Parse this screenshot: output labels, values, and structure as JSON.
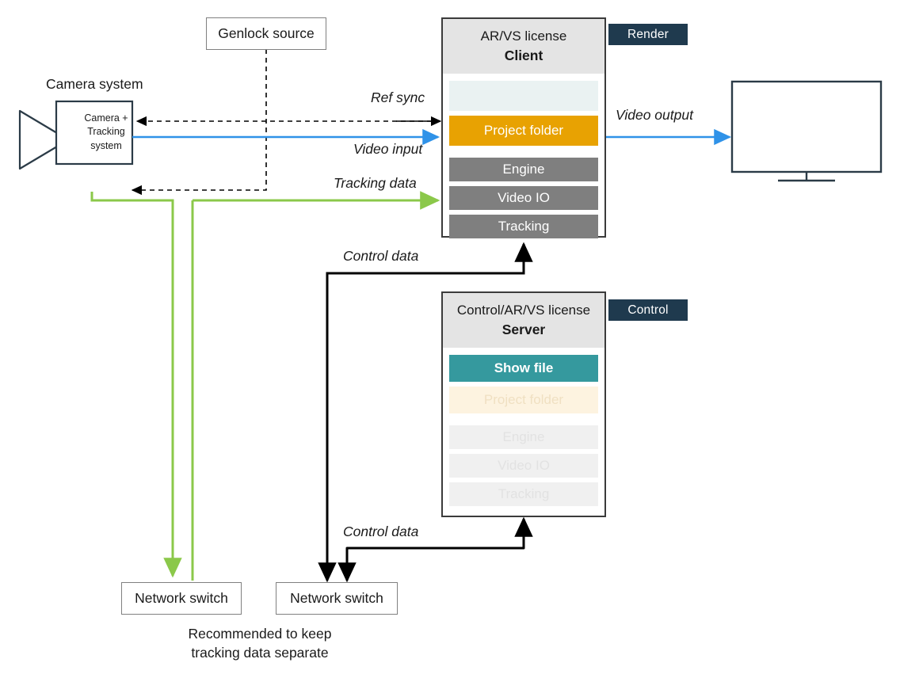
{
  "diagram": {
    "title": "AR/VS Client-Server signal flow",
    "colors": {
      "badge": "#1f3a4e",
      "orange": "#e8a202",
      "teal": "#35999e",
      "gray": "#7f7f7f",
      "blue_wire": "#2f92e8",
      "green_wire": "#8bc84a",
      "black_wire": "#000000",
      "header_gray": "#e4e4e4",
      "pale_blue": "#eaf2f2"
    }
  },
  "camera_system": {
    "title": "Camera system",
    "body_label": "Camera +\nTracking\nsystem",
    "body_line1": "Camera +",
    "body_line2": "Tracking",
    "body_line3": "system"
  },
  "genlock": {
    "label": "Genlock source"
  },
  "client": {
    "license_label": "AR/VS license",
    "role_label": "Client",
    "badge": "Render",
    "rows": [
      {
        "label": "",
        "style": "blank"
      },
      {
        "label": "Project folder",
        "style": "orange"
      },
      {
        "label": "Engine",
        "style": "gray"
      },
      {
        "label": "Video IO",
        "style": "gray"
      },
      {
        "label": "Tracking",
        "style": "gray"
      }
    ]
  },
  "server": {
    "license_label": "Control/AR/VS license",
    "role_label": "Server",
    "badge": "Control",
    "rows": [
      {
        "label": "Show file",
        "style": "teal"
      },
      {
        "label": "Project folder",
        "style": "orange-faded"
      },
      {
        "label": "Engine",
        "style": "gray-faded"
      },
      {
        "label": "Video IO",
        "style": "gray-faded"
      },
      {
        "label": "Tracking",
        "style": "gray-faded"
      }
    ]
  },
  "switches": {
    "left_label": "Network switch",
    "right_label": "Network switch",
    "note_line1": "Recommended to keep",
    "note_line2": "tracking data separate"
  },
  "connections": {
    "ref_sync": "Ref sync",
    "video_input": "Video input",
    "tracking_data": "Tracking data",
    "control_data_upper": "Control data",
    "control_data_lower": "Control data",
    "video_output": "Video output"
  }
}
